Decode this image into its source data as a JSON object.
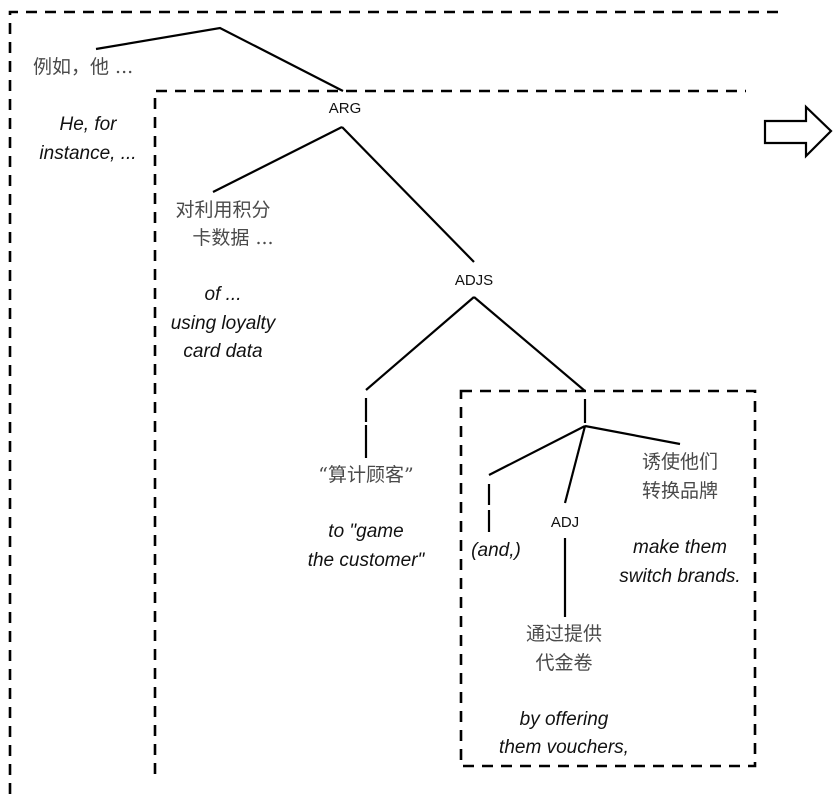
{
  "diagram": {
    "type": "dependency-tree",
    "nodes": {
      "arg": "ARG",
      "adjs": "ADJS",
      "adj": "ADJ"
    },
    "segments": {
      "intro": {
        "zh": [
          "例如，他 ..."
        ],
        "en": [
          "He, for",
          "instance, ..."
        ]
      },
      "loyalty": {
        "zh": [
          "对利用积分",
          "卡数据 ..."
        ],
        "en": [
          "of ...",
          "using loyalty",
          "card data"
        ]
      },
      "game": {
        "zh": [
          "“算计顾客”"
        ],
        "en": [
          "to \"game",
          "the customer\""
        ]
      },
      "and": {
        "en": [
          "(and,)"
        ]
      },
      "vouchers": {
        "zh": [
          "通过提供",
          "代金卷"
        ],
        "en": [
          "by offering",
          "them vouchers,"
        ]
      },
      "switch": {
        "zh": [
          "诱使他们",
          "转换品牌"
        ],
        "en": [
          "make them",
          "switch brands."
        ]
      }
    },
    "arrow_icon": "right-arrow-outline"
  }
}
